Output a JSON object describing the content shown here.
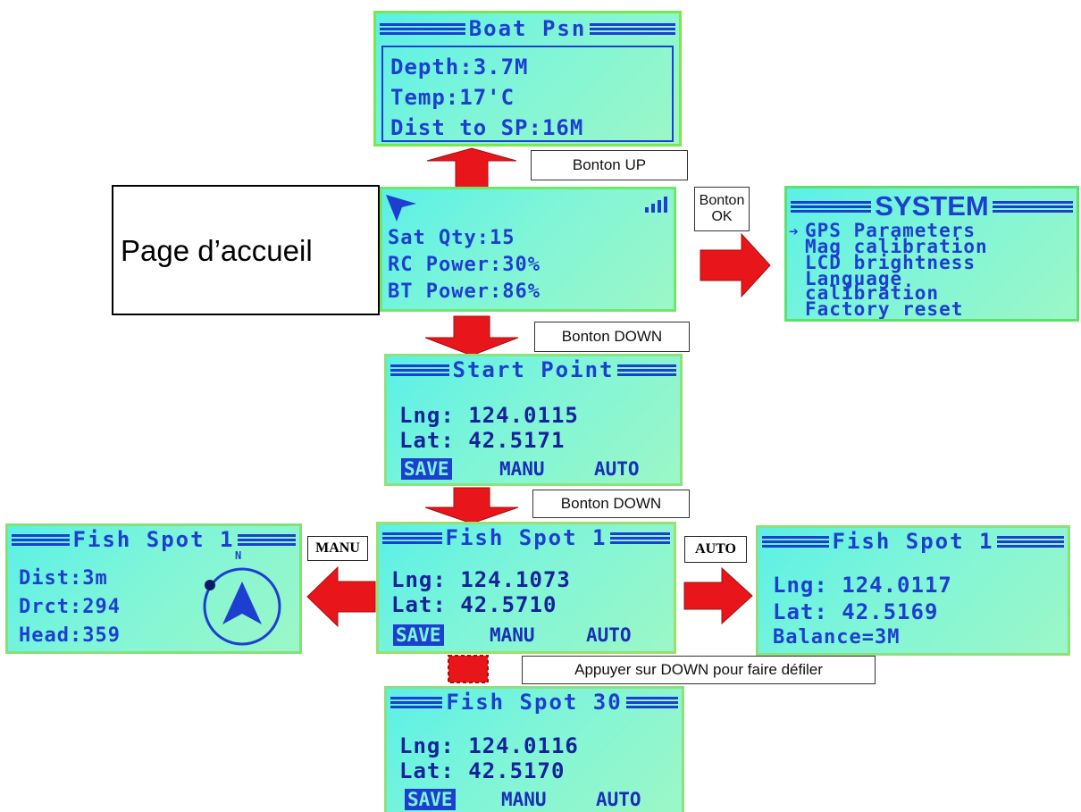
{
  "boat_psn": {
    "title": "Boat Psn",
    "depth": "Depth:3.7M",
    "temp": "Temp:17'C",
    "dist": "Dist to SP:16M"
  },
  "home": {
    "label": "Page d’accueil",
    "sat": "Sat Qty:15",
    "rc": "RC Power:30%",
    "bt": "BT Power:86%"
  },
  "system": {
    "title": "SYSTEM",
    "items": [
      "GPS Parameters",
      "Mag calibration",
      "LCD brightness",
      "Language",
      "calibration",
      "Factory reset"
    ],
    "selected_marker": "➔"
  },
  "start_point": {
    "title": "Start Point",
    "lng": "Lng: 124.0115",
    "lat": "Lat: 42.5171",
    "save": "SAVE",
    "manu": "MANU",
    "auto": "AUTO"
  },
  "fish_center": {
    "title": "Fish Spot 1",
    "lng": "Lng: 124.1073",
    "lat": "Lat: 42.5710",
    "save": "SAVE",
    "manu": "MANU",
    "auto": "AUTO"
  },
  "fish_manu": {
    "title": "Fish Spot 1",
    "dist": "Dist:3m",
    "drct": "Drct:294",
    "head": "Head:359",
    "compass_n": "N"
  },
  "fish_auto": {
    "title": "Fish Spot 1",
    "lng": "Lng: 124.0117",
    "lat": "Lat: 42.5169",
    "balance": "Balance=3M"
  },
  "fish_30": {
    "title": "Fish Spot 30",
    "lng": "Lng: 124.0116",
    "lat": "Lat: 42.5170",
    "save": "SAVE",
    "manu": "MANU",
    "auto": "AUTO"
  },
  "callouts": {
    "up": "Bonton UP",
    "ok_line1": "Bonton",
    "ok_line2": "OK",
    "down1": "Bonton DOWN",
    "down2": "Bonton DOWN",
    "scroll": "Appuyer sur DOWN pour faire défiler",
    "manu_tag": "MANU",
    "auto_tag": "AUTO"
  },
  "colors": {
    "arrow_fill": "#e8161b",
    "lcd_text": "#1d3fd0",
    "lcd_bg": "#7ff5d8"
  }
}
